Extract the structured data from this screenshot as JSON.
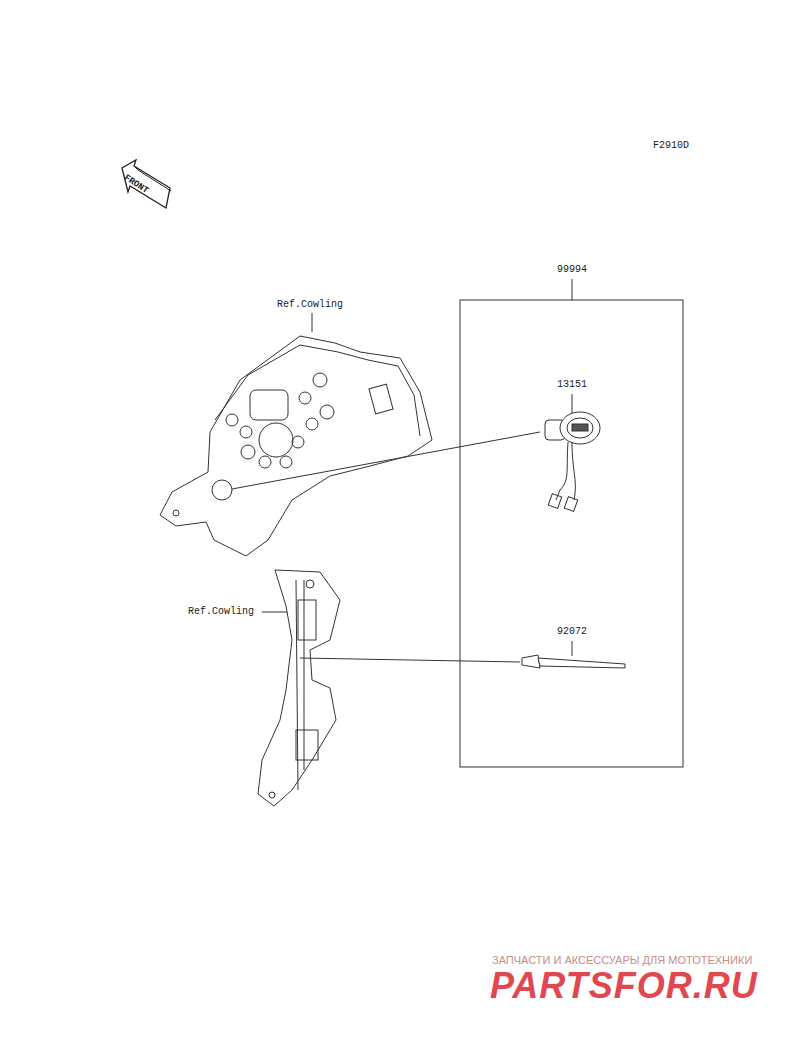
{
  "diagram": {
    "labels": [
      "F2910D",
      "FRONT",
      "99994",
      "Ref.Cowling",
      "13151",
      "Ref.Cowling",
      "92072",
      "ЗАПЧАСТИ И АКСЕССУАРЫ ДЛЯ МОТОТЕХНИКИ",
      "PARTSFOR.RU"
    ]
  }
}
